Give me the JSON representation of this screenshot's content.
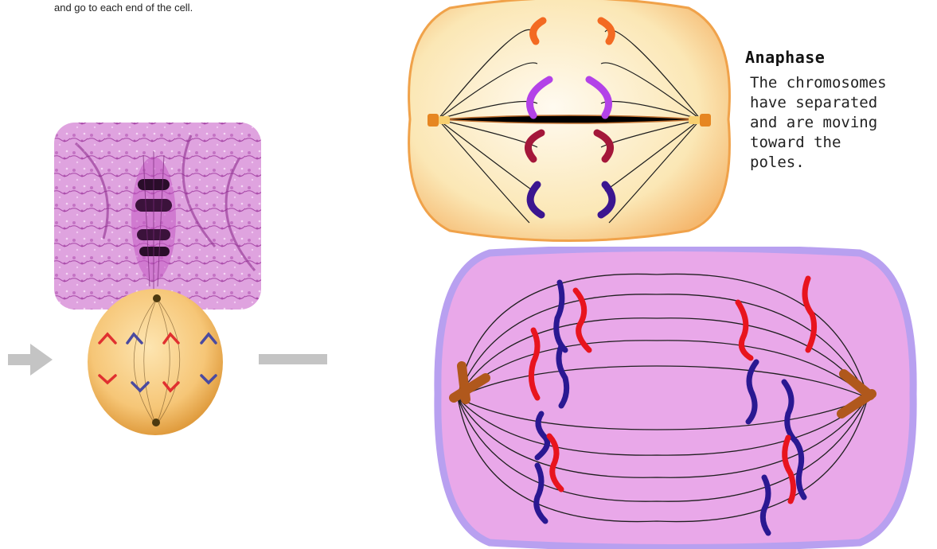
{
  "intro_caption": "and go to each end of the cell.",
  "phase_label": {
    "title": "Anaphase",
    "description_lines": [
      "The chromosomes",
      "have separated",
      "and are moving",
      "toward the",
      "poles."
    ]
  },
  "colors": {
    "micrograph_bg": "#d89ad8",
    "cell_yellow": "#fbe7b5",
    "cell_border_orange": "#f0a24a",
    "chrom_orange": "#f36a22",
    "chrom_purple": "#b342e8",
    "chrom_maroon": "#a4173a",
    "chrom_indigo": "#3b1590",
    "large_cell_fill": "#e9a8e9",
    "large_cell_border": "#b8a0f0",
    "chrom_red": "#e8141e",
    "chrom_blue": "#2a1892",
    "centrosome_brown": "#b0581c",
    "arrow_gray": "#c4c4c4"
  },
  "icons": [
    "right-arrow-icon",
    "connector-line"
  ]
}
